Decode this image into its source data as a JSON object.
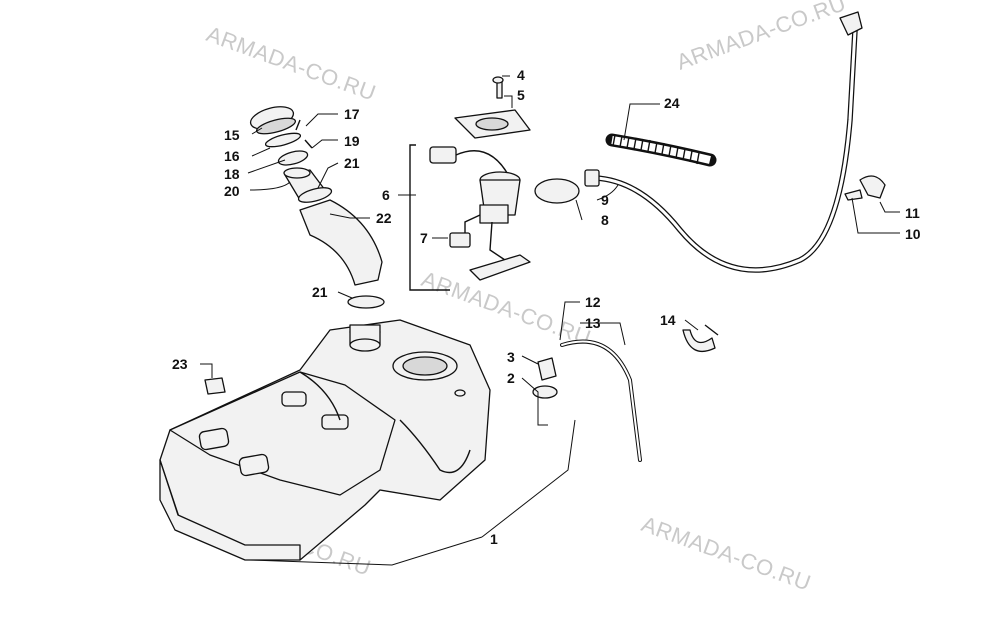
{
  "watermark_text": "ARMADA-CO.RU",
  "callouts": [
    "1",
    "2",
    "3",
    "4",
    "5",
    "6",
    "7",
    "8",
    "9",
    "10",
    "11",
    "12",
    "13",
    "14",
    "15",
    "16",
    "17",
    "18",
    "19",
    "20",
    "21",
    "21",
    "22",
    "23",
    "24"
  ],
  "colors": {
    "line": "#111111",
    "part_fill": "#f2f2f2",
    "watermark": "#c9c9c9",
    "background": "#ffffff"
  }
}
